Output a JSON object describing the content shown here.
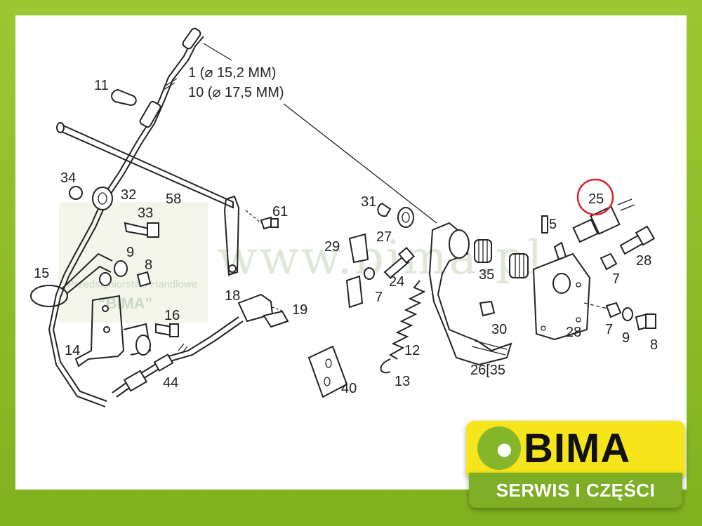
{
  "watermark": {
    "site": "www.bima.pl",
    "company_line": "Przedsiębiorstwo Handlowe",
    "company_name": "\"BIMA\""
  },
  "labels": {
    "p1": "1 (⌀ 15,2 MM)",
    "p10": "10 (⌀ 17,5 MM)",
    "p11": "11",
    "p34": "34",
    "p32": "32",
    "p58": "58",
    "p33": "33",
    "p61": "61",
    "p9_left": "9",
    "p8_left": "8",
    "p15": "15",
    "p16": "16",
    "p14": "14",
    "p18": "18",
    "p19": "19",
    "p44": "44",
    "p31": "31",
    "p27": "27",
    "p29": "29",
    "p24": "24",
    "p7_mid": "7",
    "p35": "35",
    "p12": "12",
    "p13": "13",
    "p40": "40",
    "p30": "30",
    "p26": "26[35",
    "p25": "25",
    "p5": "5",
    "p28_bolt": "28",
    "p7_right_top": "7",
    "p28_plate": "28",
    "p7_right_bottom": "7",
    "p9_right": "9",
    "p8_right": "8"
  },
  "highlight": {
    "part": "25",
    "color": "#d9232d"
  },
  "logo": {
    "name": "BIMA",
    "tagline": "SERWIS I CZĘŚCI",
    "colors": {
      "yellow": "#f7e51b",
      "green": "#7dae25",
      "frame": "#8cbd2a"
    }
  }
}
